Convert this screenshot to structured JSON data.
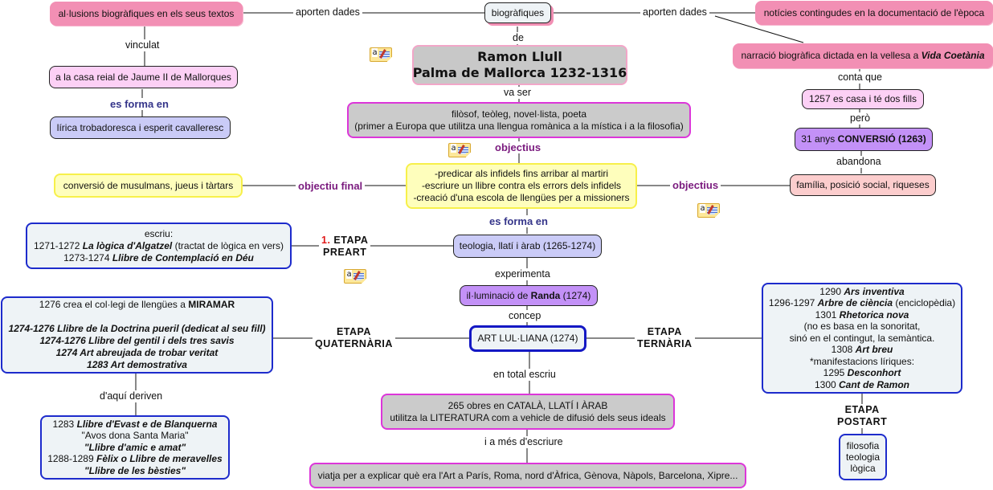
{
  "map_title": "Ramon Llull concept map",
  "nodes": {
    "allusions": "al·lusions biogràfiques en els seus textos",
    "biografiques": "biogràfiques",
    "noticies": "notícies contingudes en la documentació de l'època",
    "casa_reial": "a la casa reial de Jaume II de Mallorques",
    "narracio_prefix": "narració biogràfica dictada en la vellesa a ",
    "narracio_work": "Vida Coetània",
    "ramon_line1": "Ramon Llull",
    "ramon_line2": "Palma de Mallorca 1232-1316",
    "lirica": "lírica trobadoresca i esperit cavalleresc",
    "casa_fills": "1257 es casa i té dos fills",
    "filosof_line1": "filòsof, teòleg, novel·lista, poeta",
    "filosof_line2": "(primer a Europa que utilitza una llengua romànica a la mística i a la filosofia)",
    "conversio_prefix": "31 anys ",
    "conversio_bold": "CONVERSIÓ (1263)",
    "objectiu_final_node": "conversió de musulmans, jueus i tàrtars",
    "objectius_line1": "-predicar als infidels fins arribar al martiri",
    "objectius_line2": "-escriure un llibre contra els errors dels infidels",
    "objectius_line3": "-creació d'una escola de llengües per a missioners",
    "familia": "família, posició social, riqueses",
    "preart_line1": "escriu:",
    "preart_line2_year": "1271-1272 ",
    "preart_line2_work": "La lògica d'Algatzel",
    "preart_line2_rest": " (tractat de lògica en vers)",
    "preart_line3_year": "1273-1274 ",
    "preart_line3_work": "Llibre de Contemplació en Déu",
    "teologia": "teologia, llatí i àrab (1265-1274)",
    "randa_prefix": "il·luminació de ",
    "randa_bold": "Randa",
    "randa_suffix": " (1274)",
    "art_lulliana": "ART LUL·LIANA (1274)",
    "quat_line1_prefix": "1276 crea el col·legi de llengües a ",
    "quat_line1_bold": "MIRAMAR",
    "quat_works": [
      "1274-1276 Llibre de la Doctrina pueril (dedicat al seu fill)",
      "1274-1276 Llibre del gentil i dels tres savis",
      "1274 Art abreujada de trobar veritat",
      "1283 Art demostrativa"
    ],
    "tern_lines": [
      {
        "year": "1290 ",
        "work": "Ars inventiva",
        "rest": ""
      },
      {
        "year": "1296-1297 ",
        "work": "Arbre de ciència",
        "rest": " (enciclopèdia)"
      },
      {
        "year": "1301 ",
        "work": "Rhetorica nova",
        "rest": ""
      },
      {
        "year": "(no es basa en la sonoritat,",
        "work": "",
        "rest": ""
      },
      {
        "year": "sinó en el contingut, la semàntica.",
        "work": "",
        "rest": ""
      },
      {
        "year": "1308 ",
        "work": "Art breu",
        "rest": ""
      },
      {
        "year": "*manifestacions líriques:",
        "work": "",
        "rest": ""
      },
      {
        "year": "1295 ",
        "work": "Desconhort",
        "rest": ""
      },
      {
        "year": "1300 ",
        "work": "Cant de Ramon",
        "rest": ""
      }
    ],
    "blanquerna_lines": [
      {
        "year": "1283 ",
        "work": "Llibre d'Evast e de Blanquerna"
      },
      {
        "year": "\"Avos dona Santa Maria\"",
        "work": ""
      },
      {
        "year": "",
        "work": "\"Llibre d'amic e amat\""
      },
      {
        "year": "1288-1289 ",
        "work": "Fèlix o Llibre de meravelles"
      },
      {
        "year": "",
        "work": "\"Llibre de les bèsties\""
      }
    ],
    "obres_line1": "265 obres en CATALÀ, LLATÍ I ÀRAB",
    "obres_line2": "utilitza la LITERATURA com a vehicle de difusió dels seus ideals",
    "postart_lines": [
      "filosofia",
      "teologia",
      "lògica"
    ],
    "viatja": "viatja per a explicar què era l'Art a París, Roma, nord d'Àfrica, Gènova, Nàpols, Barcelona, Xipre..."
  },
  "links": {
    "aporten_dades_left": "aporten dades",
    "aporten_dades_right": "aporten dades",
    "vinculat": "vinculat",
    "de": "de",
    "conta_que": "conta que",
    "va_ser": "va ser",
    "es_forma_en_left": "es forma en",
    "pero": "però",
    "objectius_top": "objectius",
    "abandona": "abandona",
    "objectiu_final": "objectiu final",
    "objectius_right": "objectius",
    "es_forma_en_center": "es forma en",
    "etapa_preart_num": "1.",
    "etapa_preart_l1": " ETAPA",
    "etapa_preart_l2": "PREART",
    "experimenta": "experimenta",
    "concep": "concep",
    "etapa_quat_l1": "ETAPA",
    "etapa_quat_l2": "QUATERNÀRIA",
    "etapa_tern_l1": "ETAPA",
    "etapa_tern_l2": "TERNÀRIA",
    "daqui_deriven": "d'aquí deriven",
    "en_total_escriu": "en total escriu",
    "etapa_postart_l1": "ETAPA",
    "etapa_postart_l2": "POSTART",
    "i_a_mes": "i a més d'escriure"
  },
  "note_icons": [
    "annotation-icon",
    "annotation-icon",
    "annotation-icon",
    "annotation-icon"
  ],
  "colors": {
    "pink_node": "#f28fb4",
    "light_pink_node": "#fcd0f5",
    "lavender_node": "#cacbf7",
    "violet_node": "#c391f7",
    "salmon_node": "#fccdcd",
    "yellow_node": "#fefebc",
    "grey_node": "#cbcbcb",
    "magenta_border": "#dc36d9",
    "blue_border": "#1d2bcc",
    "purple_label": "#7a1a7e",
    "navy_label": "#35358a",
    "red_number": "#e01818"
  }
}
